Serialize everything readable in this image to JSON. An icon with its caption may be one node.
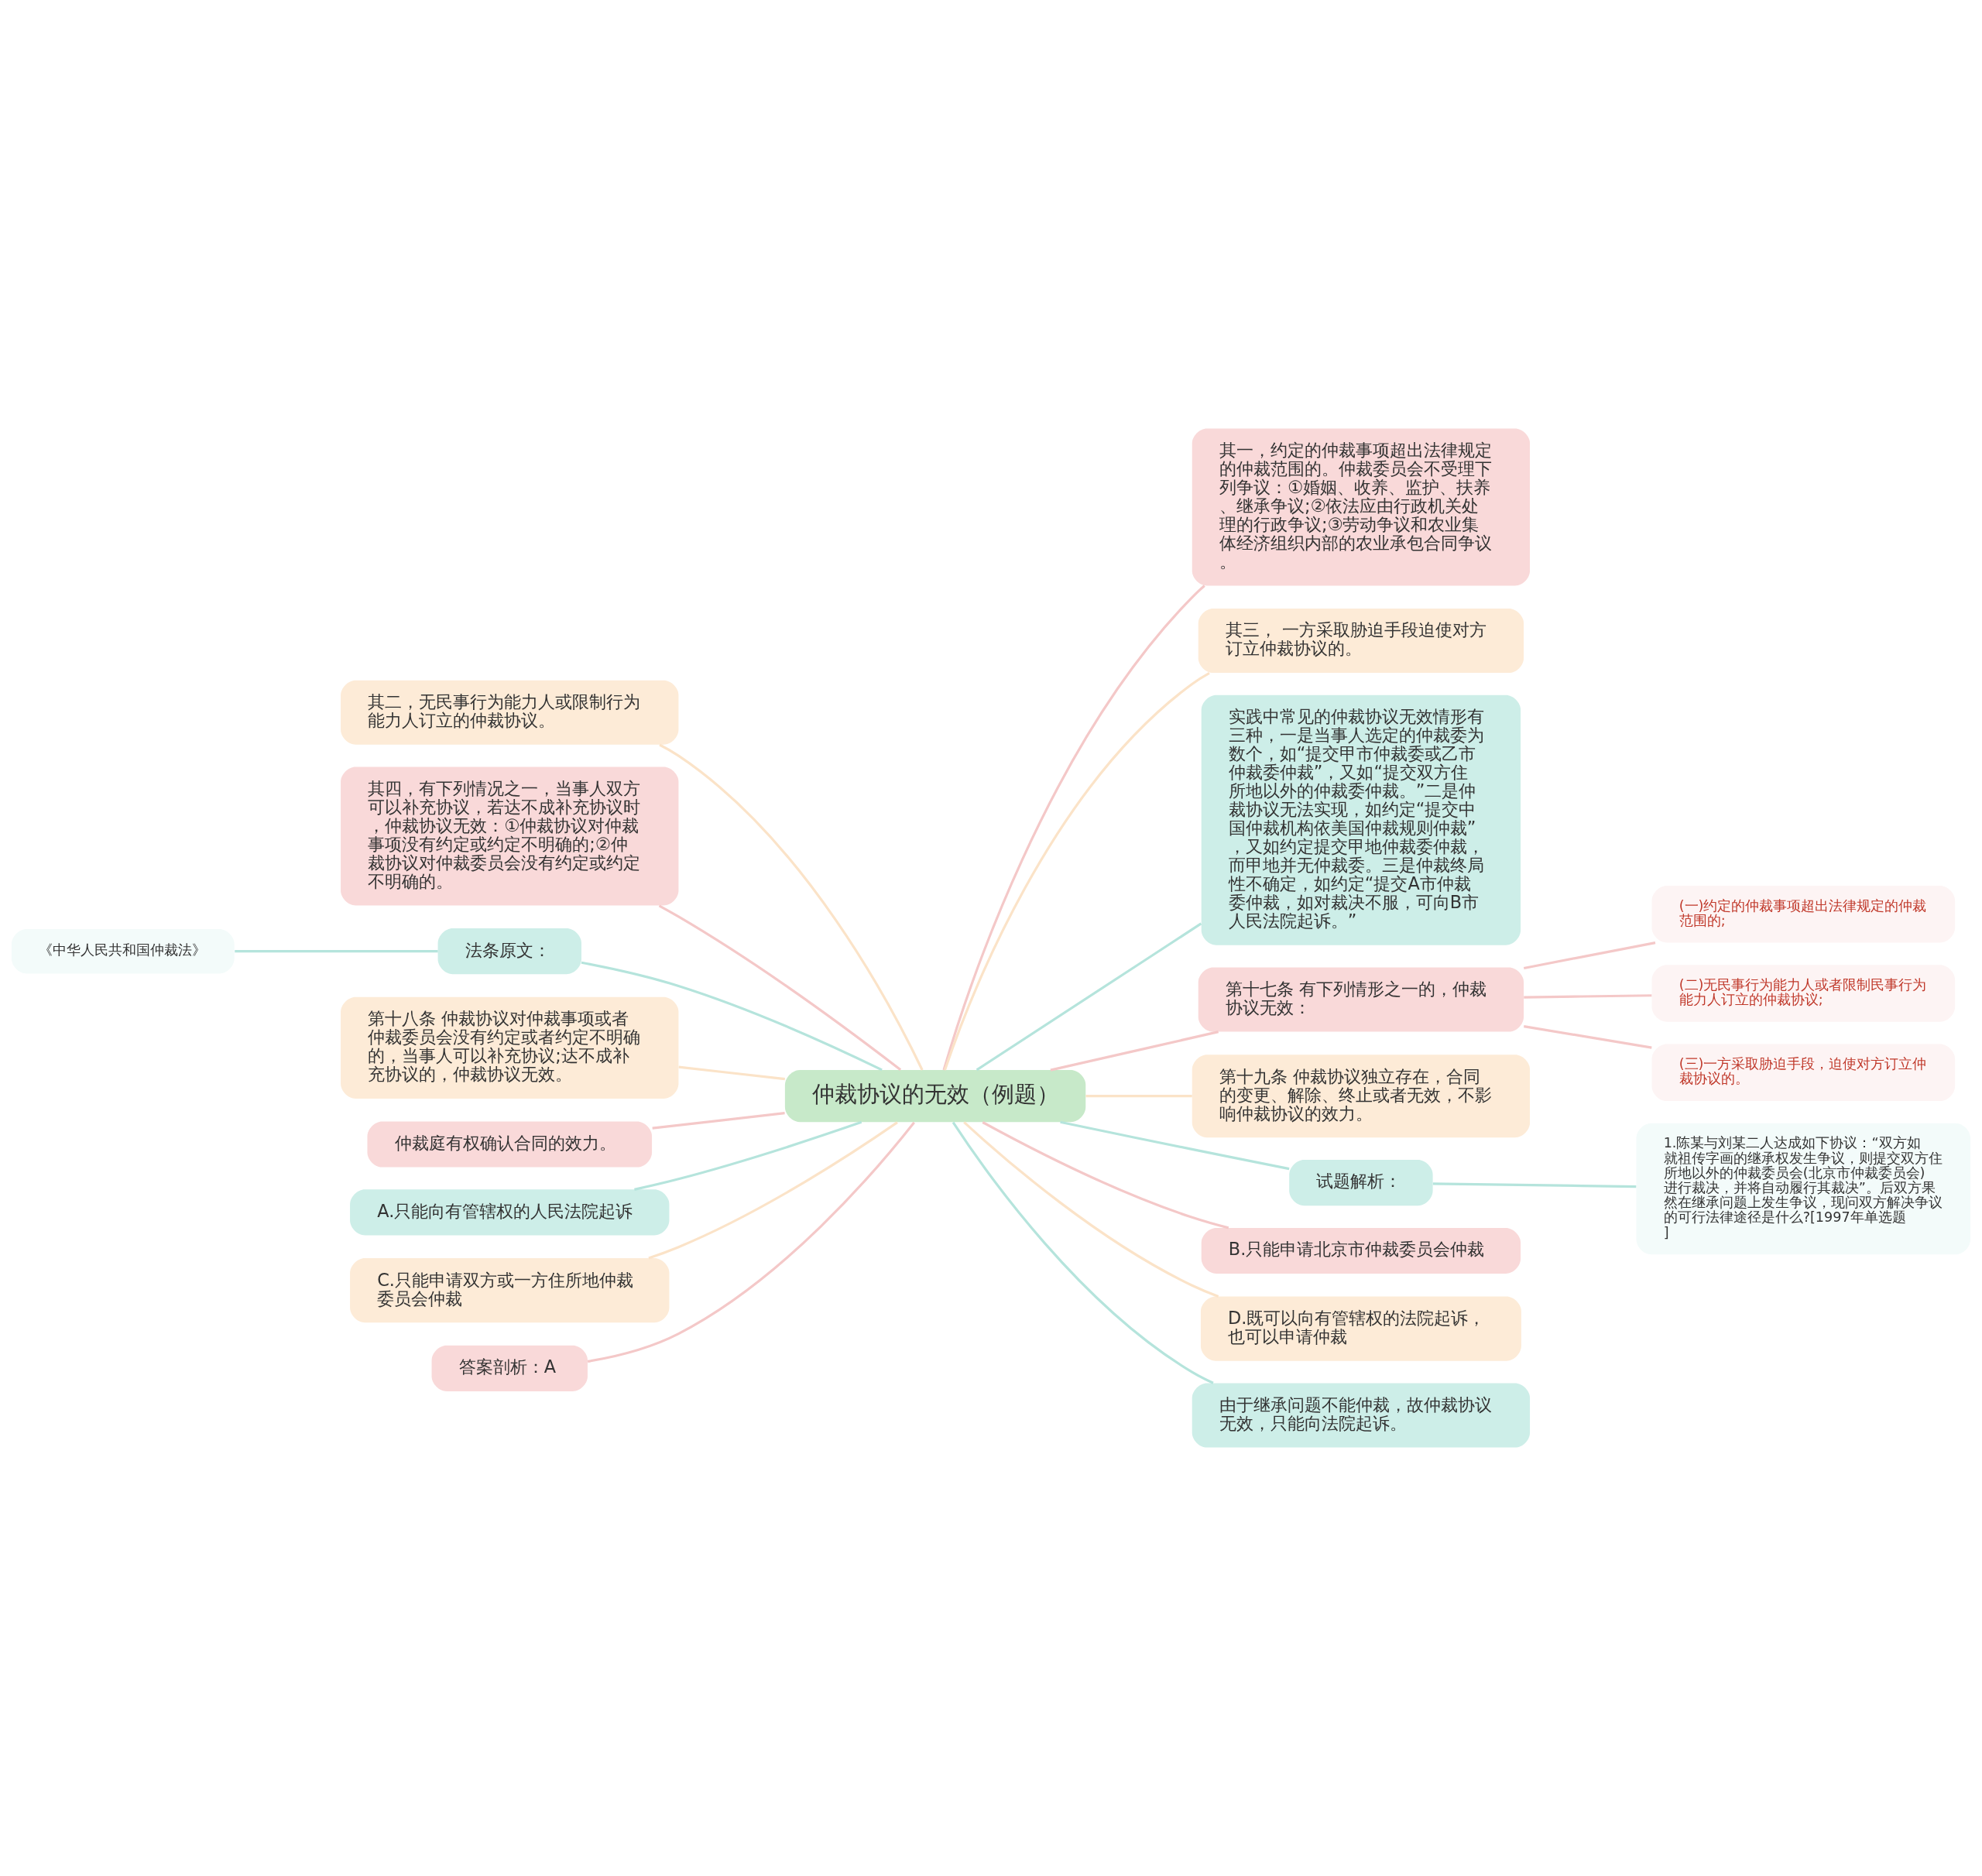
{
  "diagram": {
    "nodes": [
      {
        "text": [
          "仲裁协议的无效（例题）"
        ]
      },
      {
        "text": [
          "其一，约定的仲裁事项超出法律规定的仲裁范围的。仲裁委员会不受理下列争议：①婚姻、收养、监护、扶养、继承争议;②依法应由行政机关处理的行政争议;③劳动争议和农业集体经济组织内部的农业承包合同争议。"
        ]
      },
      {
        "text": [
          "其三， 一方采取胁迫手段迫使对方订立仲裁协议的。"
        ]
      },
      {
        "text": [
          "实践中常见的仲裁协议无效情形有三种，一是当事人选定的仲裁委为数个，如“提交甲市仲裁委或乙市仲裁委仲裁”，又如“提交双方住所地以外的仲裁委仲裁。”二是仲裁协议无法实现，如约定“提交中国仲裁机构依美国仲裁规则仲裁”，又如约定提交甲地仲裁委仲裁，而甲地并无仲裁委。三是仲裁终局性不确定，如约定“提交A市仲裁委仲裁，如对裁决不服，可向B市人民法院起诉。”"
        ]
      },
      {
        "text": [
          "第十七条 有下列情形之一的，仲裁协议无效："
        ]
      },
      {
        "text": [
          "(一)约定的仲裁事项超出法律规定的仲裁范围的;"
        ]
      },
      {
        "text": [
          "(二)无民事行为能力人或者限制民事行为能力人订立的仲裁协议;"
        ]
      },
      {
        "text": [
          "(三)一方采取胁迫手段，迫使对方订立仲裁协议的。"
        ]
      },
      {
        "text": [
          "第十九条 仲裁协议独立存在，合同的变更、解除、终止或者无效，不影响仲裁协议的效力。"
        ]
      },
      {
        "text": [
          "试题解析："
        ]
      },
      {
        "text": [
          "1.陈某与刘某二人达成如下协议：“双方如就祖传字画的继承权发生争议，则提交双方住所地以外的仲裁委员会(北京市仲裁委员会)进行裁决，并将自动履行其裁决”。后双方果然在继承问题上发生争议，现问双方解决争议的可行法律途径是什么?[1997年单选题]"
        ]
      },
      {
        "text": [
          "B.只能申请北京市仲裁委员会仲裁"
        ]
      },
      {
        "text": [
          "D.既可以向有管辖权的法院起诉，也可以申请仲裁"
        ]
      },
      {
        "text": [
          "由于继承问题不能仲裁，故仲裁协议无效，只能向法院起诉。"
        ]
      },
      {
        "text": [
          "其二，无民事行为能力人或限制行为能力人订立的仲裁协议。"
        ]
      },
      {
        "text": [
          "其四，有下列情况之一，当事人双方可以补充协议，若达不成补充协议时，仲裁协议无效：①仲裁协议对仲裁事项没有约定或约定不明确的;②仲裁协议对仲裁委员会没有约定或约定不明确的。"
        ]
      },
      {
        "text": [
          "法条原文："
        ]
      },
      {
        "text": [
          "《中华人民共和国仲裁法》"
        ]
      },
      {
        "text": [
          "第十八条 仲裁协议对仲裁事项或者仲裁委员会没有约定或者约定不明确的，当事人可以补充协议;达不成补充协议的，仲裁协议无效。"
        ]
      },
      {
        "text": [
          "仲裁庭有权确认合同的效力。"
        ]
      },
      {
        "text": [
          "A.只能向有管辖权的人民法院起诉"
        ]
      },
      {
        "text": [
          "C.只能申请双方或一方住所地仲裁委员会仲裁"
        ]
      },
      {
        "text": [
          "答案剖析：A"
        ]
      }
    ],
    "edges": [
      {
        "from": 0,
        "to": 1,
        "arrow": "none",
        "color": "#f4c8c8"
      },
      {
        "from": 0,
        "to": 2,
        "arrow": "none",
        "color": "#fbe3c8"
      },
      {
        "from": 0,
        "to": 3,
        "arrow": "none",
        "color": "#b5e4dc"
      },
      {
        "from": 0,
        "to": 4,
        "arrow": "none",
        "color": "#f4c8c8"
      },
      {
        "from": 4,
        "to": 5,
        "arrow": "none",
        "color": "#f4c8c8"
      },
      {
        "from": 4,
        "to": 6,
        "arrow": "none",
        "color": "#f4c8c8"
      },
      {
        "from": 4,
        "to": 7,
        "arrow": "none",
        "color": "#f4c8c8"
      },
      {
        "from": 0,
        "to": 8,
        "arrow": "none",
        "color": "#fbe3c8"
      },
      {
        "from": 0,
        "to": 9,
        "arrow": "none",
        "color": "#b5e4dc"
      },
      {
        "from": 9,
        "to": 10,
        "arrow": "none",
        "color": "#b5e4dc"
      },
      {
        "from": 0,
        "to": 11,
        "arrow": "none",
        "color": "#f4c8c8"
      },
      {
        "from": 0,
        "to": 12,
        "arrow": "none",
        "color": "#fbe3c8"
      },
      {
        "from": 0,
        "to": 13,
        "arrow": "none",
        "color": "#b5e4dc"
      },
      {
        "from": 14,
        "to": 0,
        "arrow": "none",
        "color": "#fbe3c8"
      },
      {
        "from": 15,
        "to": 0,
        "arrow": "none",
        "color": "#f4c8c8"
      },
      {
        "from": 16,
        "to": 0,
        "arrow": "none",
        "color": "#b5e4dc"
      },
      {
        "from": 17,
        "to": 16,
        "arrow": "none",
        "color": "#b5e4dc"
      },
      {
        "from": 18,
        "to": 0,
        "arrow": "none",
        "color": "#fbe3c8"
      },
      {
        "from": 19,
        "to": 0,
        "arrow": "none",
        "color": "#f4c8c8"
      },
      {
        "from": 20,
        "to": 0,
        "arrow": "none",
        "color": "#b5e4dc"
      },
      {
        "from": 21,
        "to": 0,
        "arrow": "none",
        "color": "#fbe3c8"
      },
      {
        "from": 22,
        "to": 0,
        "arrow": "none",
        "color": "#f4c8c8"
      }
    ]
  }
}
